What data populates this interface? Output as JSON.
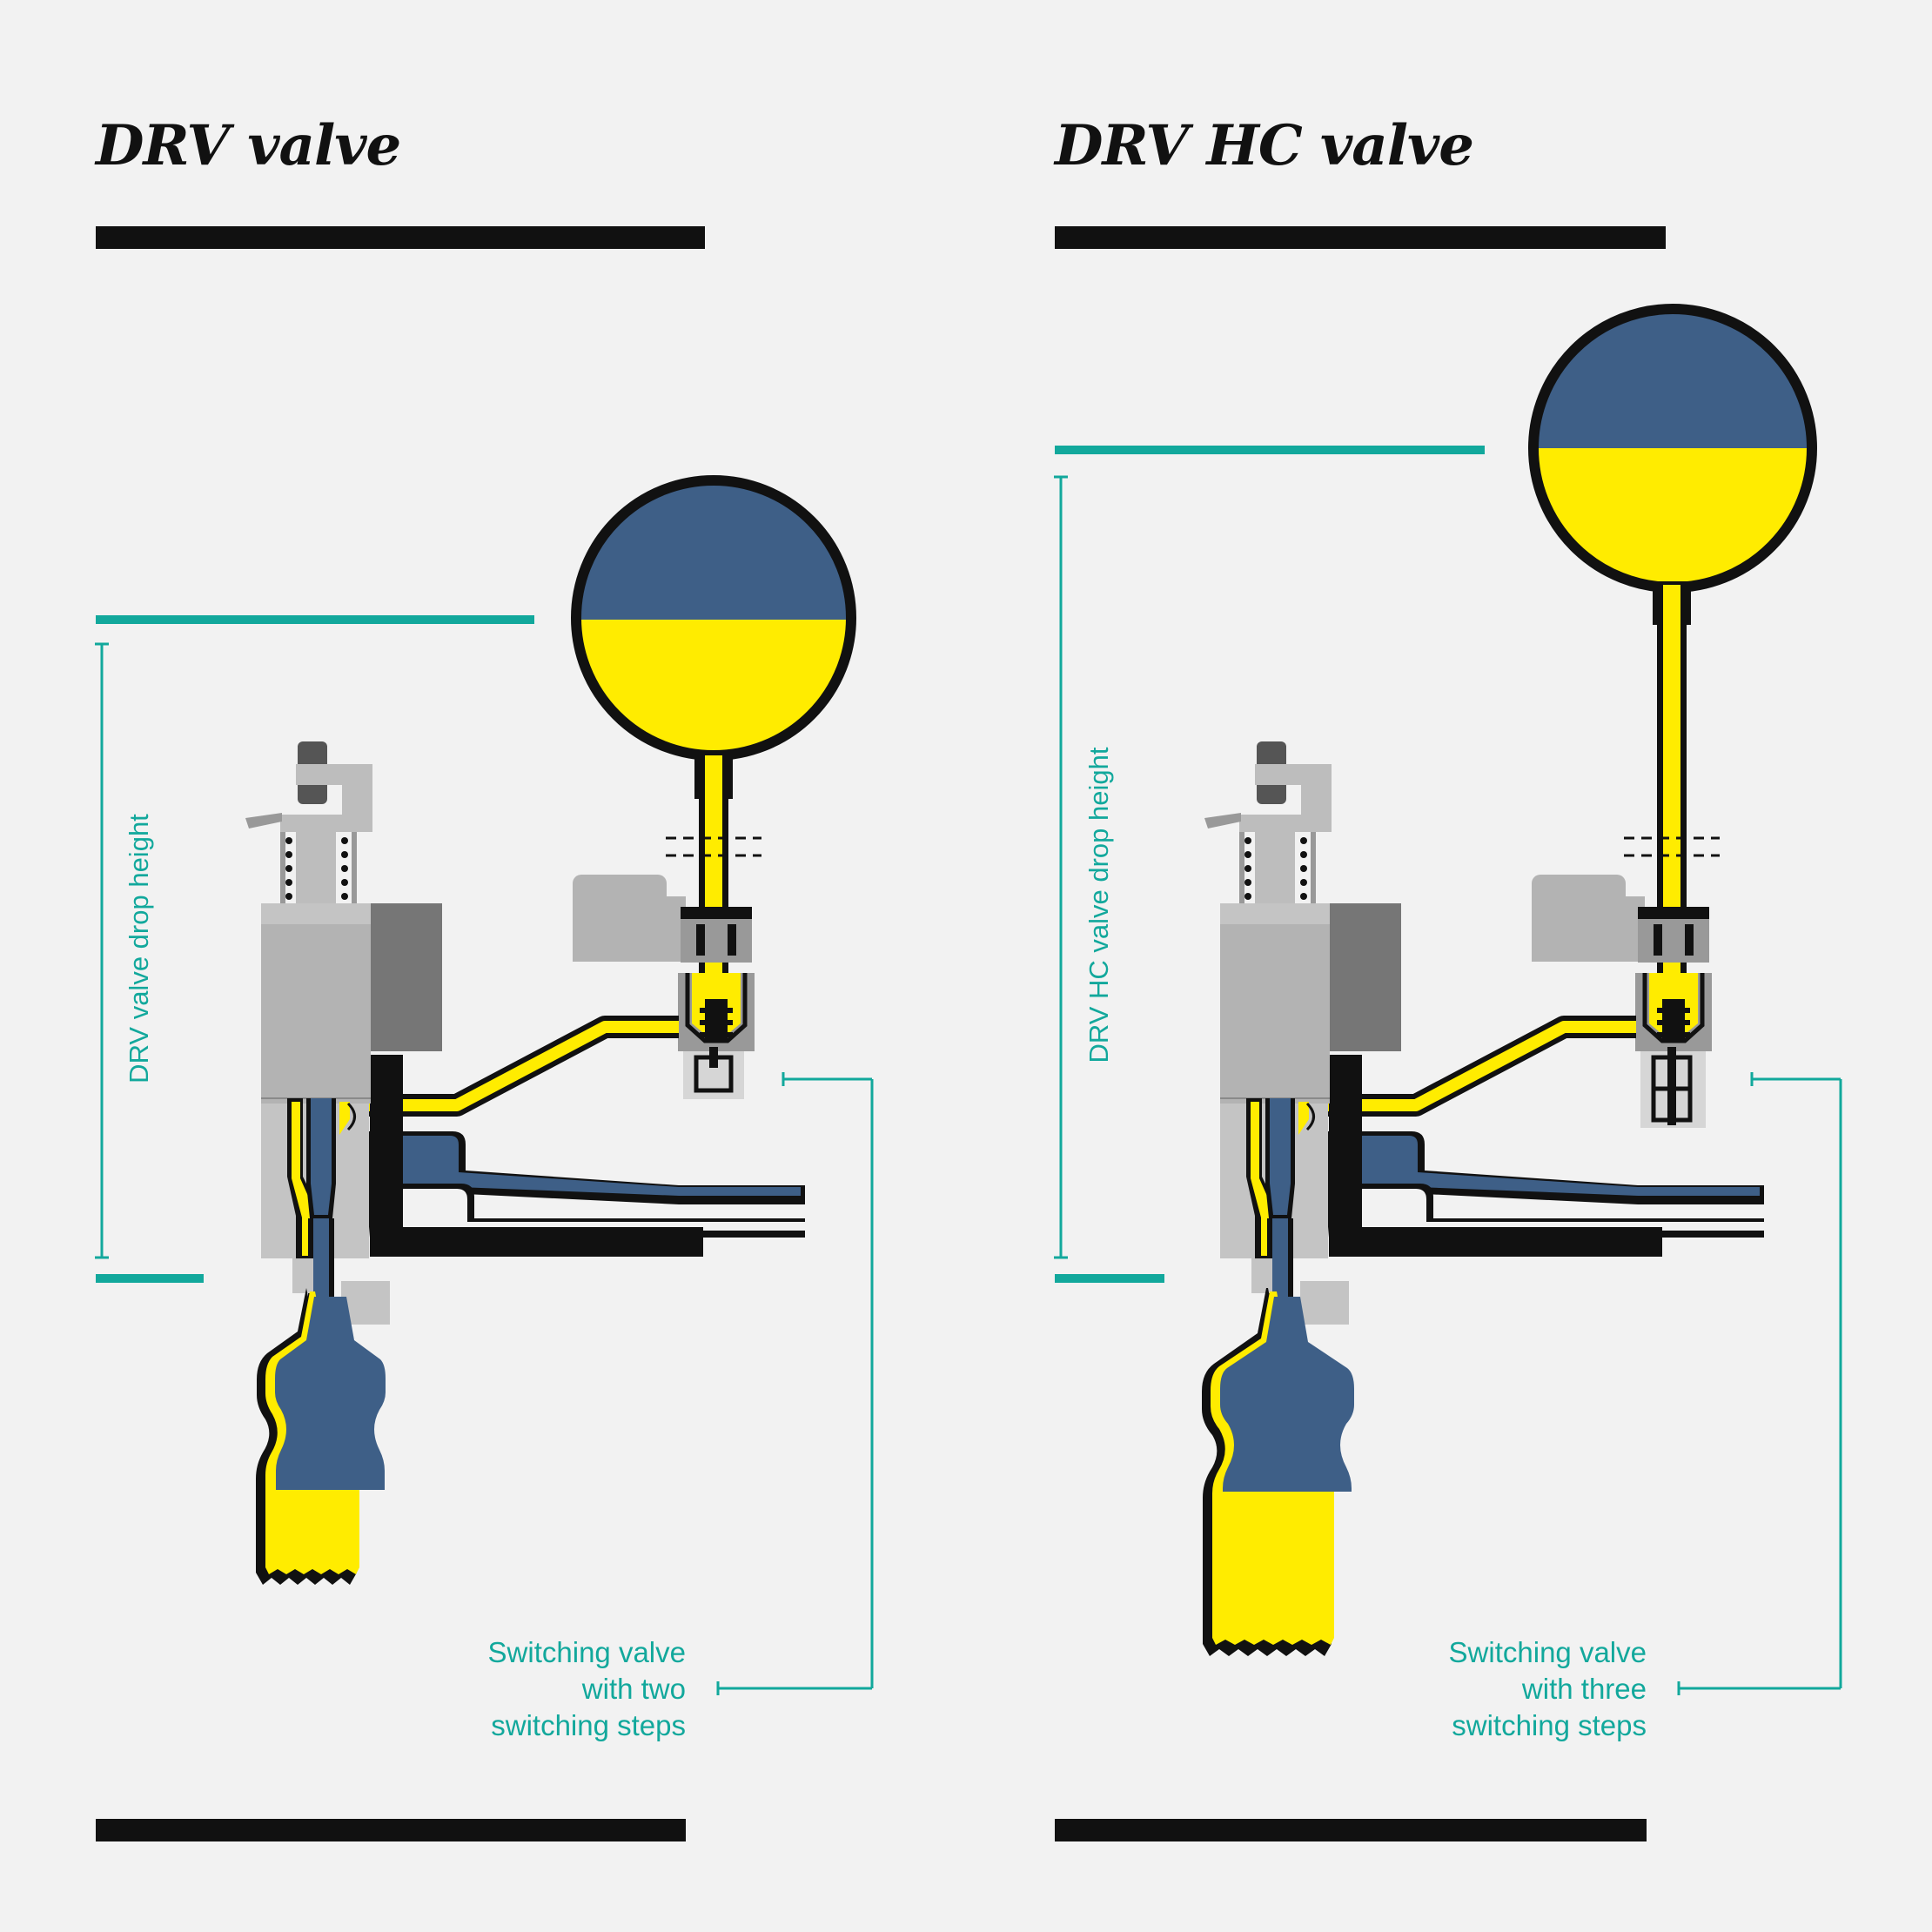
{
  "panels": [
    {
      "title": "DRV valve",
      "drop_height_label": "DRV valve drop height",
      "callout_lines": [
        "Switching valve",
        "with two",
        "switching steps"
      ]
    },
    {
      "title": "DRV HC valve",
      "drop_height_label": "DRV HC valve drop height",
      "callout_lines": [
        "Switching valve",
        "with three",
        "switching steps"
      ]
    }
  ],
  "colors": {
    "teal": "#12a89c",
    "liquid_yellow": "#ffec00",
    "gas_blue": "#3e5f87",
    "steel_light": "#b3b3b3",
    "steel_mid": "#999999",
    "steel_dark": "#767676",
    "outline": "#111111",
    "background": "#f2f2f2"
  }
}
